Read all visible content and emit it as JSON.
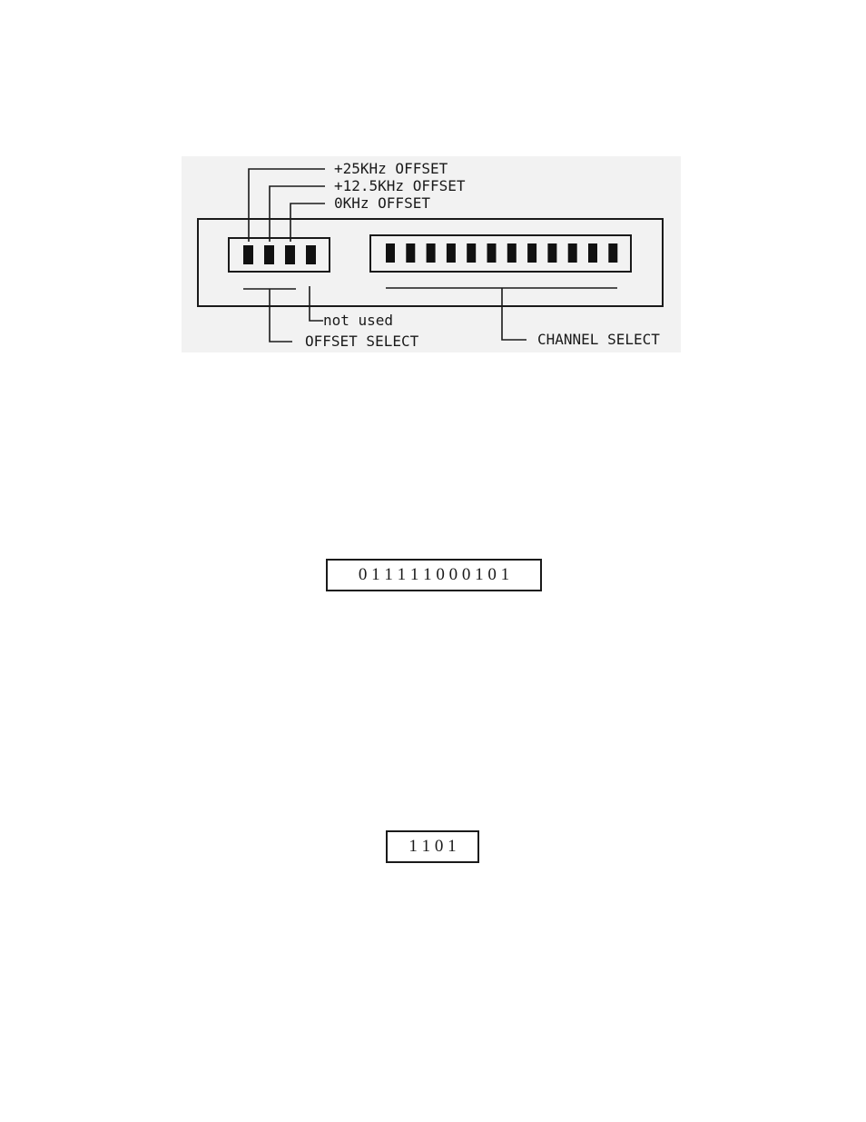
{
  "diagram": {
    "labels": {
      "offset_25": "+25KHz OFFSET",
      "offset_12_5": "+12.5KHz OFFSET",
      "offset_0": "0KHz OFFSET",
      "not_used": "not used",
      "offset_select": "OFFSET SELECT",
      "channel_select": "CHANNEL SELECT"
    },
    "offset_switch_count": 4,
    "channel_switch_count": 12
  },
  "codes": {
    "channel_code": "0 1 1 1 1 1 0 0 0 1 0 1",
    "offset_code": "1 1 0 1"
  }
}
